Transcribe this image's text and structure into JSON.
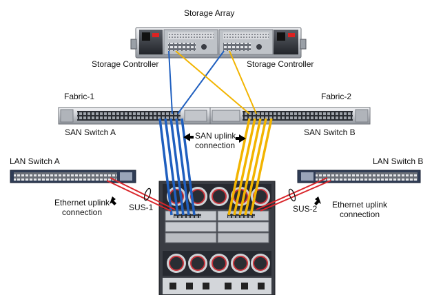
{
  "labels": {
    "storage_array": "Storage Array",
    "storage_controller_left": "Storage Controller",
    "storage_controller_right": "Storage Controller",
    "fabric_1": "Fabric-1",
    "fabric_2": "Fabric-2",
    "san_switch_a": "SAN Switch A",
    "san_switch_b": "SAN Switch B",
    "san_uplink_line1": "SAN uplink",
    "san_uplink_line2": "connection",
    "lan_switch_a": "LAN Switch A",
    "lan_switch_b": "LAN Switch B",
    "sus_1": "SUS-1",
    "sus_2": "SUS-2",
    "eth_uplink_left_line1": "Ethernet uplink",
    "eth_uplink_left_line2": "connection",
    "eth_uplink_right_line1": "Ethernet uplink",
    "eth_uplink_right_line2": "connection"
  },
  "colors": {
    "fabric_1_cable": "#1f5fbf",
    "fabric_2_cable": "#f2b400",
    "ethernet_cable": "#d9262b",
    "device_body": "#3a3d44",
    "device_light": "#d4d6da",
    "fan_ring": "#c8323a"
  },
  "icons": {
    "arrow": "black-arrow-icon",
    "fan": "fan-icon",
    "port": "port-icon"
  }
}
